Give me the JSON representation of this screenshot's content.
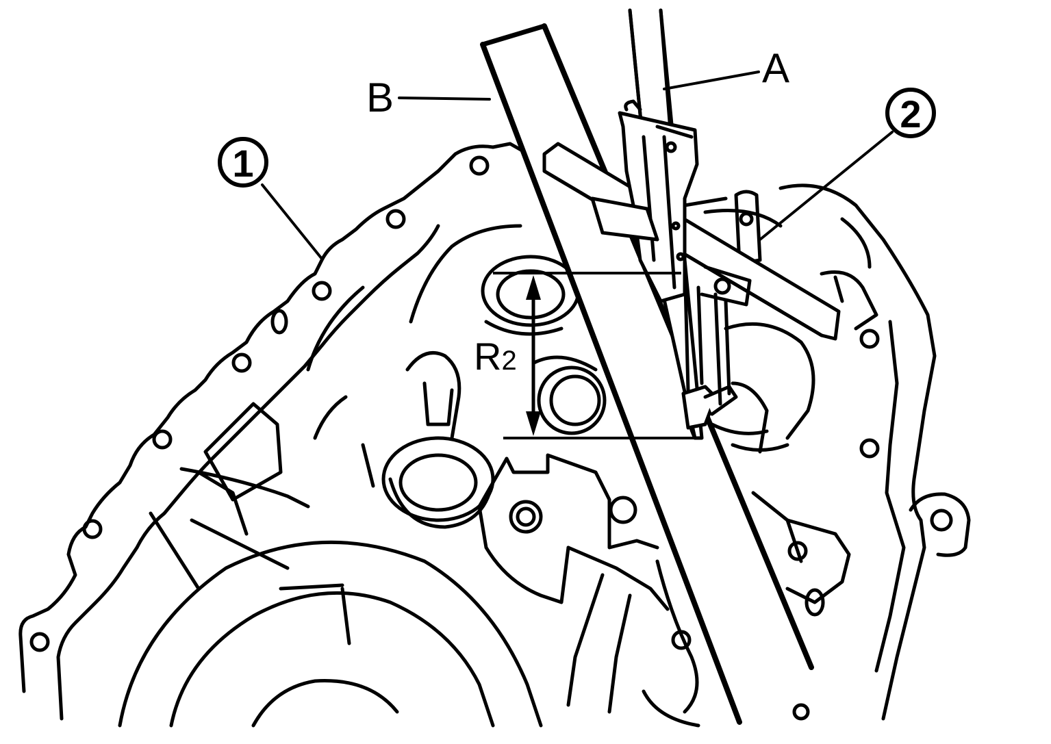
{
  "labels": {
    "callout_1": "1",
    "callout_2": "2",
    "tool_a": "A",
    "tool_b": "B",
    "dimension": "R",
    "dimension_sub": "2"
  },
  "colors": {
    "line": "#000000",
    "background": "#ffffff"
  }
}
